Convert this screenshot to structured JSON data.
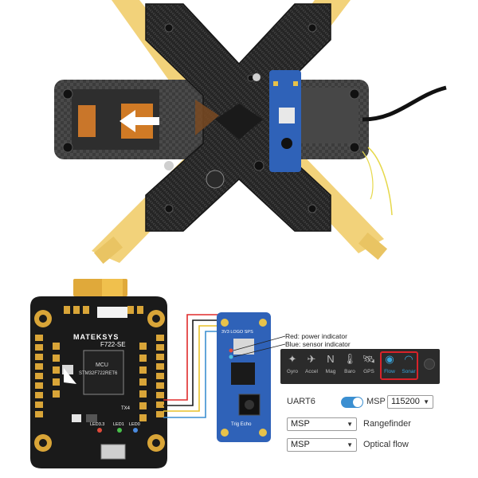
{
  "board": {
    "brand": "MATEKSYS",
    "model": "F722-SE",
    "mcu_label": "MCU",
    "mcu_chip": "STM32F722RET6",
    "led_labels": [
      "LED3.3",
      "LED1",
      "LED0"
    ],
    "pad_label": "TX4"
  },
  "sensor": {
    "top_label": "3V3 LOGO SPS",
    "bottom_label": "Trig Echo"
  },
  "annotations": {
    "red": "Red: power indicator",
    "blue": "Blue: sensor indicator"
  },
  "panel": {
    "sensors": [
      {
        "label": "Gyro",
        "icon": "gyro-icon",
        "glyph": "✦"
      },
      {
        "label": "Accel",
        "icon": "accel-icon",
        "glyph": "✈"
      },
      {
        "label": "Mag",
        "icon": "mag-icon",
        "glyph": "N"
      },
      {
        "label": "Baro",
        "icon": "baro-icon",
        "glyph": "🌡"
      },
      {
        "label": "GPS",
        "icon": "gps-icon",
        "glyph": "🛰"
      },
      {
        "label": "Flow",
        "icon": "flow-icon",
        "glyph": "◉"
      },
      {
        "label": "Sonar",
        "icon": "sonar-icon",
        "glyph": "◠"
      }
    ],
    "uart": "UART6",
    "msp_toggle": "MSP",
    "baud": "115200",
    "rangefinder_value": "MSP",
    "rangefinder_label": "Rangefinder",
    "optical_value": "MSP",
    "optical_label": "Optical flow"
  },
  "colors": {
    "carbon": "#1e1e1e",
    "arm": "#f2d27a",
    "pcb": "#1a1a1a",
    "gold": "#d9a538",
    "sensor_pcb": "#2f62b8",
    "highlight": "#d9232a",
    "toggle": "#3b8fd1"
  }
}
